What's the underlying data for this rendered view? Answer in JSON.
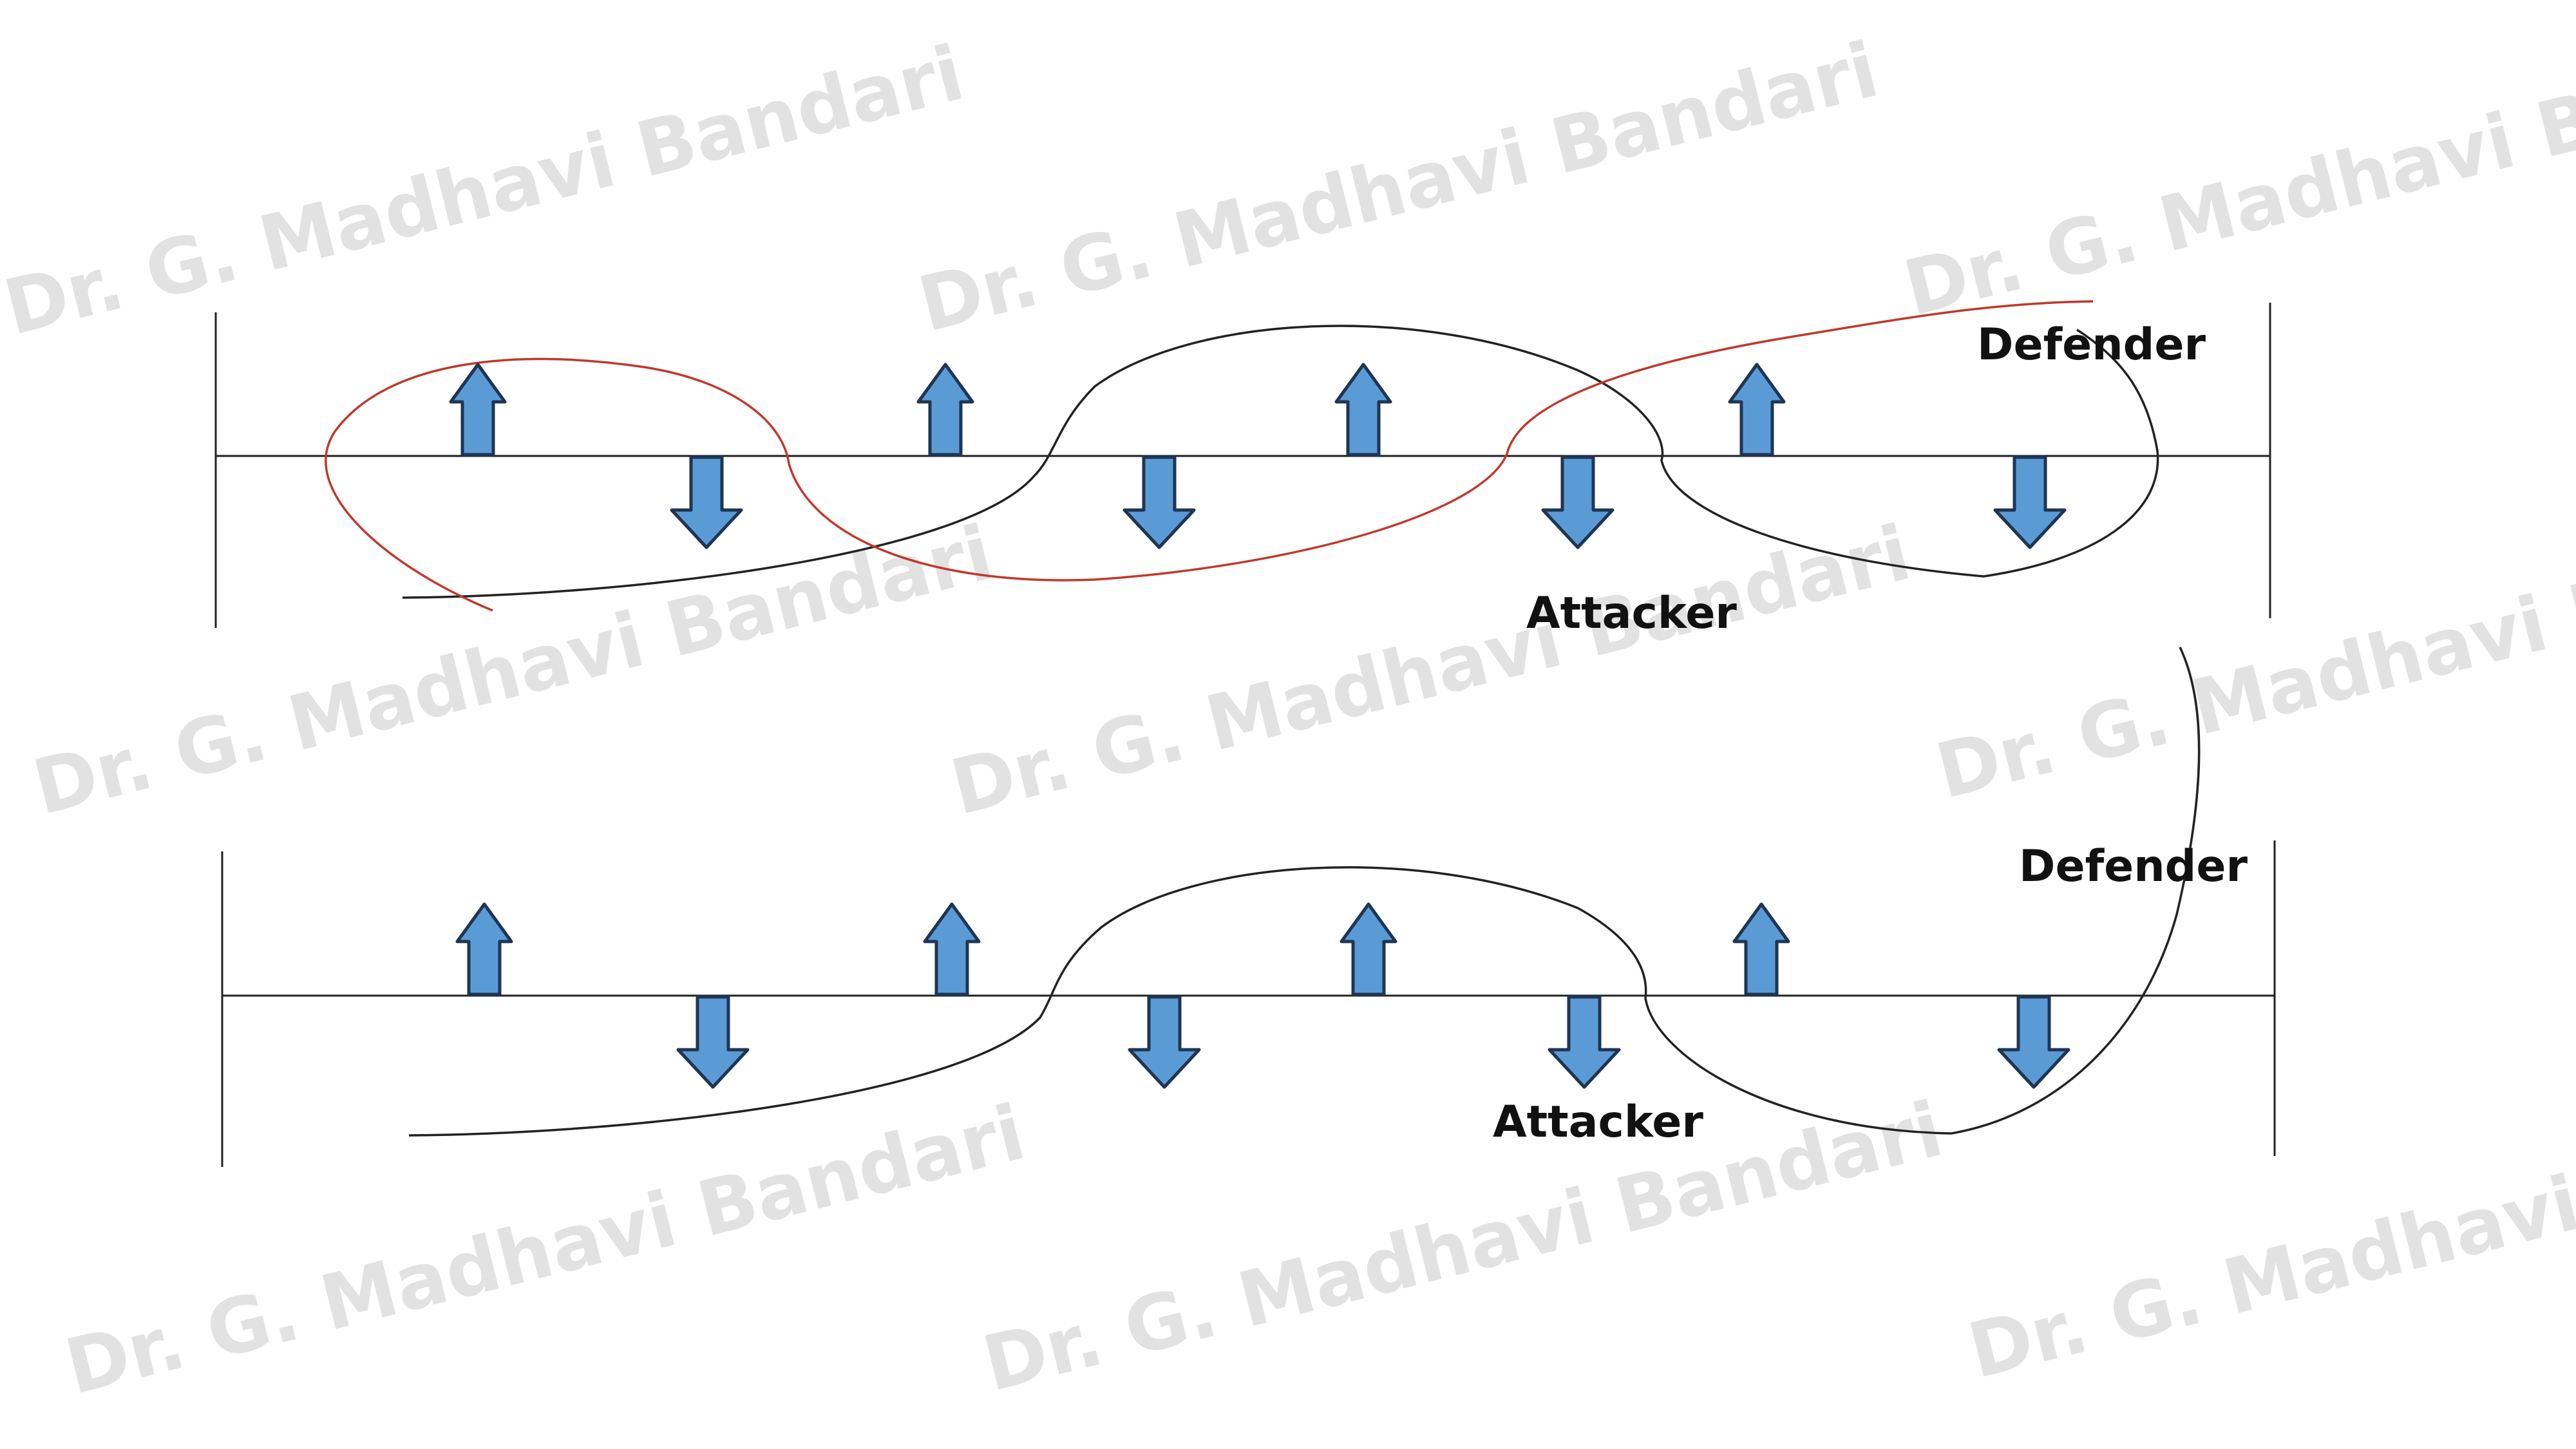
{
  "watermark": "Dr. G. Madhavi Bandari",
  "colors": {
    "arrow_fill": "#5b9bd5",
    "arrow_outline": "#1f3552",
    "attacker_curve": "#222222",
    "defender_curve_top": "#c0392b",
    "defender_curve_bottom": "#222222",
    "line": "#222222"
  },
  "panels": [
    {
      "id": "top",
      "defender_label": "Defender",
      "attacker_label": "Attacker",
      "arrows": [
        "up",
        "down",
        "up",
        "down",
        "up",
        "down",
        "up",
        "down"
      ]
    },
    {
      "id": "bottom",
      "defender_label": "Defender",
      "attacker_label": "Attacker",
      "arrows": [
        "up",
        "down",
        "up",
        "down",
        "up",
        "down",
        "up",
        "down"
      ]
    }
  ]
}
